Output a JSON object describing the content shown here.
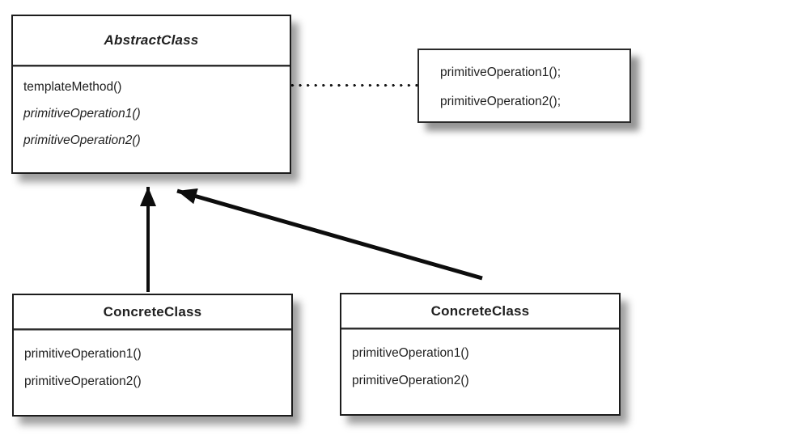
{
  "diagram": {
    "title_hint": "Template Method pattern UML diagram",
    "abstract_class": {
      "title": "AbstractClass",
      "methods": [
        {
          "label": "templateMethod()",
          "abstract": false
        },
        {
          "label": "primitiveOperation1()",
          "abstract": true
        },
        {
          "label": "primitiveOperation2()",
          "abstract": true
        }
      ]
    },
    "note": {
      "lines": [
        "primitiveOperation1();",
        "primitiveOperation2();"
      ]
    },
    "concrete_classes": [
      {
        "title": "ConcreteClass",
        "methods": [
          "primitiveOperation1()",
          "primitiveOperation2()"
        ]
      },
      {
        "title": "ConcreteClass",
        "methods": [
          "primitiveOperation1()",
          "primitiveOperation2()"
        ]
      }
    ],
    "colors": {
      "background": "#ffffff",
      "box_fill": "#ffffff",
      "border": "#1c1c1c",
      "text": "#1f1f1f",
      "arrow": "#0d0d0d",
      "shadow": "rgba(0,0,0,0.4)"
    }
  }
}
